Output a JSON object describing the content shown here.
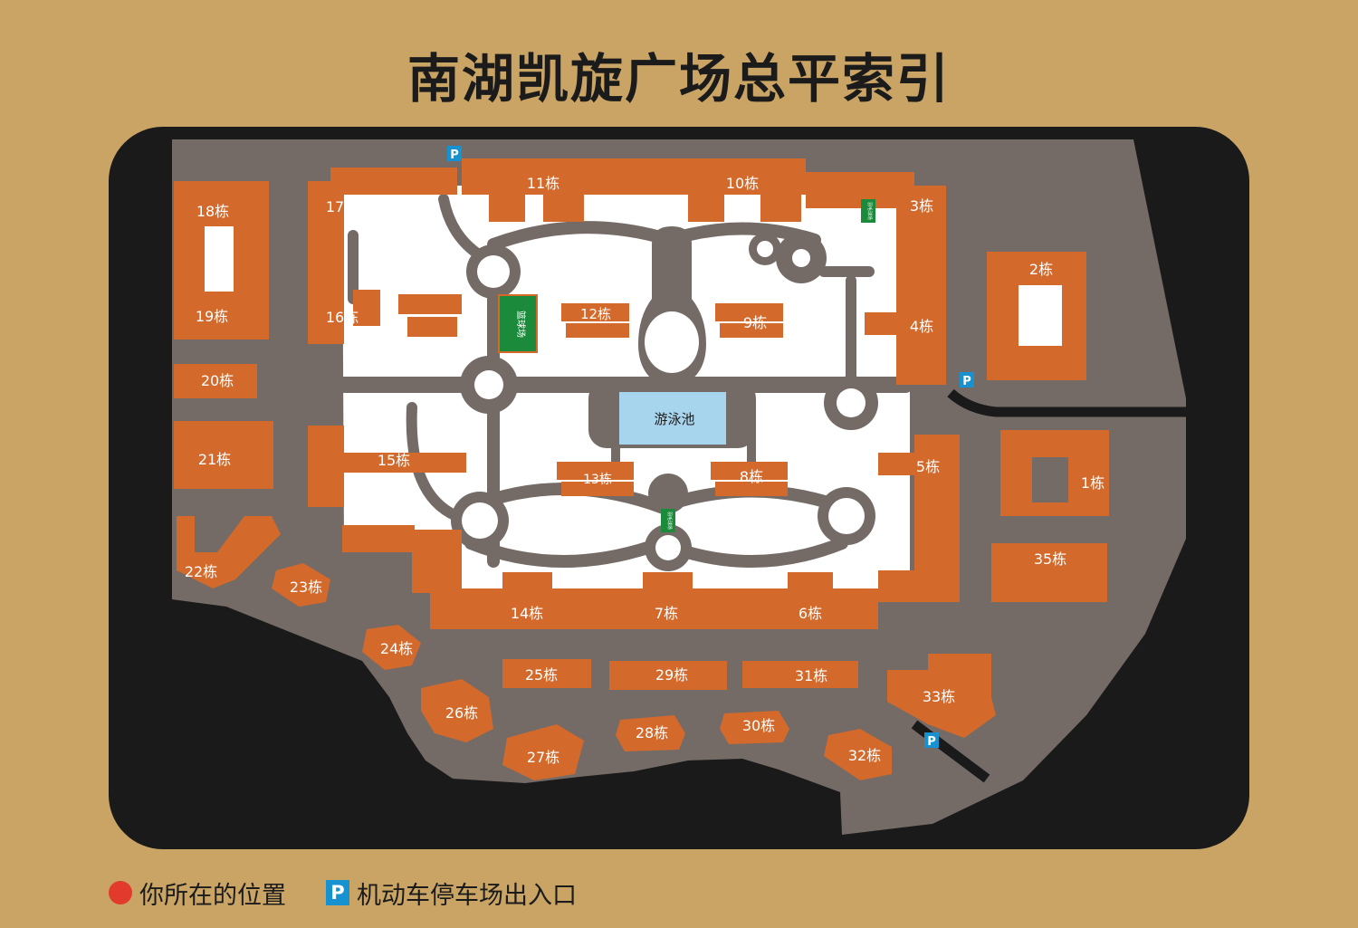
{
  "title": "南湖凯旋广场总平索引",
  "colors": {
    "frame": "#c9a464",
    "water": "#1a1a1a",
    "road": "#746a66",
    "ground": "#ffffff",
    "building": "#d4692c",
    "pool": "#a7d5ee",
    "court": "#1b8a3a",
    "parking": "#1592cf",
    "you_are_here": "#e23a2c"
  },
  "facilities": {
    "pool": "游泳池",
    "basketball": "篮球场",
    "badminton_court": "羽毛球场"
  },
  "buildings": [
    {
      "id": "b1",
      "label": "1栋"
    },
    {
      "id": "b2",
      "label": "2栋"
    },
    {
      "id": "b3",
      "label": "3栋"
    },
    {
      "id": "b4",
      "label": "4栋"
    },
    {
      "id": "b5",
      "label": "5栋"
    },
    {
      "id": "b6",
      "label": "6栋"
    },
    {
      "id": "b7",
      "label": "7栋"
    },
    {
      "id": "b8",
      "label": "8栋"
    },
    {
      "id": "b9",
      "label": "9栋"
    },
    {
      "id": "b10",
      "label": "10栋"
    },
    {
      "id": "b11",
      "label": "11栋"
    },
    {
      "id": "b12",
      "label": "12栋"
    },
    {
      "id": "b13",
      "label": "13栋"
    },
    {
      "id": "b14",
      "label": "14栋"
    },
    {
      "id": "b15",
      "label": "15栋"
    },
    {
      "id": "b16",
      "label": "16栋"
    },
    {
      "id": "b17",
      "label": "17栋"
    },
    {
      "id": "b18",
      "label": "18栋"
    },
    {
      "id": "b19",
      "label": "19栋"
    },
    {
      "id": "b20",
      "label": "20栋"
    },
    {
      "id": "b21",
      "label": "21栋"
    },
    {
      "id": "b22",
      "label": "22栋"
    },
    {
      "id": "b23",
      "label": "23栋"
    },
    {
      "id": "b24",
      "label": "24栋"
    },
    {
      "id": "b25",
      "label": "25栋"
    },
    {
      "id": "b26",
      "label": "26栋"
    },
    {
      "id": "b27",
      "label": "27栋"
    },
    {
      "id": "b28",
      "label": "28栋"
    },
    {
      "id": "b29",
      "label": "29栋"
    },
    {
      "id": "b30",
      "label": "30栋"
    },
    {
      "id": "b31",
      "label": "31栋"
    },
    {
      "id": "b32",
      "label": "32栋"
    },
    {
      "id": "b33",
      "label": "33栋"
    },
    {
      "id": "b35",
      "label": "35栋"
    }
  ],
  "parking_symbol": "P",
  "legend": {
    "you_are_here": "你所在的位置",
    "parking_label": "机动车停车场出入口",
    "parking_symbol": "P"
  }
}
